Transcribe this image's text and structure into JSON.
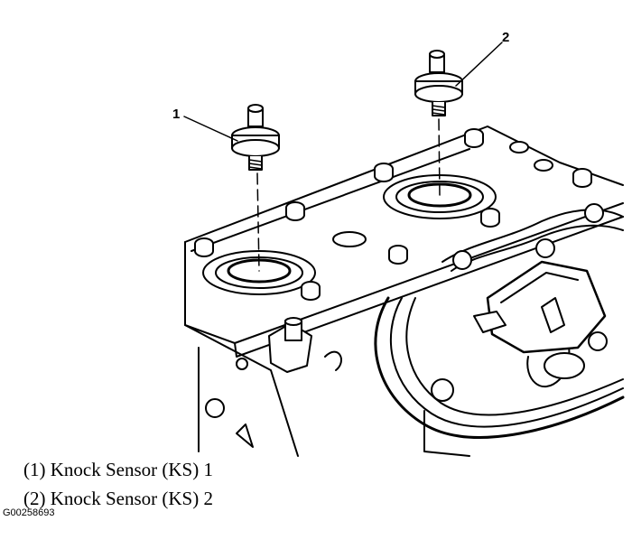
{
  "callouts": [
    {
      "number": "1"
    },
    {
      "number": "2"
    }
  ],
  "legend": [
    {
      "text": "(1) Knock Sensor (KS) 1"
    },
    {
      "text": "(2) Knock Sensor (KS) 2"
    }
  ],
  "figure_id": "G00258693"
}
